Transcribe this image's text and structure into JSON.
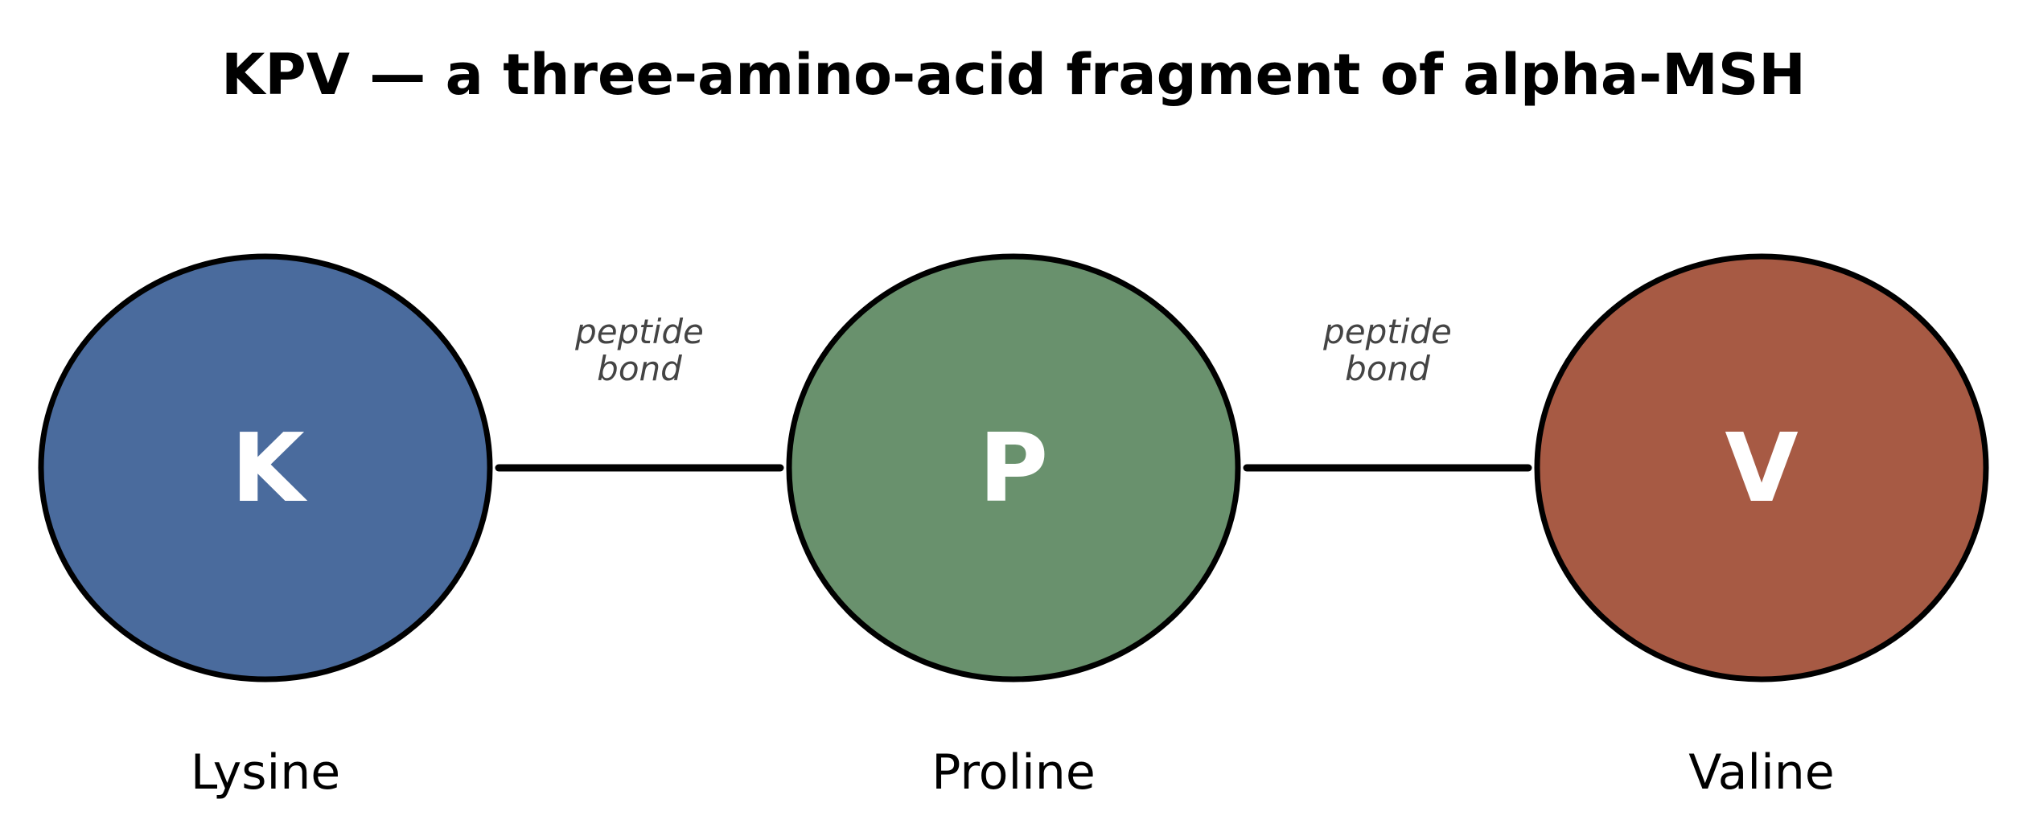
{
  "title": "KPV — a three-amino-acid fragment of alpha-MSH",
  "residues": [
    {
      "letter": "K",
      "name": "Lysine",
      "color": "#4a6b9d"
    },
    {
      "letter": "P",
      "name": "Proline",
      "color": "#69916d"
    },
    {
      "letter": "V",
      "name": "Valine",
      "color": "#a75a44"
    }
  ],
  "bonds": [
    {
      "line1": "peptide",
      "line2": "bond"
    },
    {
      "line1": "peptide",
      "line2": "bond"
    }
  ]
}
